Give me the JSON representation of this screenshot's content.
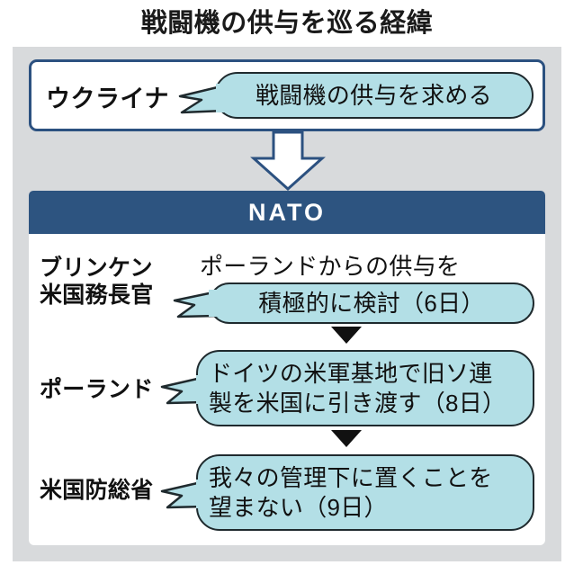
{
  "title": "戦闘機の供与を巡る経緯",
  "colors": {
    "frame_gray": "#d8dadc",
    "panel_white": "#ffffff",
    "navy_border": "#2c5180",
    "nato_bar": "#2d5480",
    "bubble_fill": "#b3dfe6",
    "bubble_border": "#1f2a2e",
    "text": "#111111"
  },
  "ukraine_section": {
    "label": "ウクライナ",
    "bubble_text": "戦闘機の供与を求める"
  },
  "arrow": {
    "name": "down-arrow-ukraine-to-nato"
  },
  "nato_section": {
    "header": "NATO",
    "rows": [
      {
        "label": "ブリンケン\n米国務長官",
        "caption_above": "ポーランドからの供与を",
        "bubble_text": "積極的に検討（6日）"
      },
      {
        "label": "ポーランド",
        "caption_above": "",
        "bubble_text": "ドイツの米軍基地で旧ソ連\n製を米国に引き渡す（8日）"
      },
      {
        "label": "米国防総省",
        "caption_above": "",
        "bubble_text": "我々の管理下に置くことを\n望まない（9日）"
      }
    ],
    "connectors": [
      {
        "name": "triangle-blinken-to-poland"
      },
      {
        "name": "triangle-poland-to-pentagon"
      }
    ]
  }
}
